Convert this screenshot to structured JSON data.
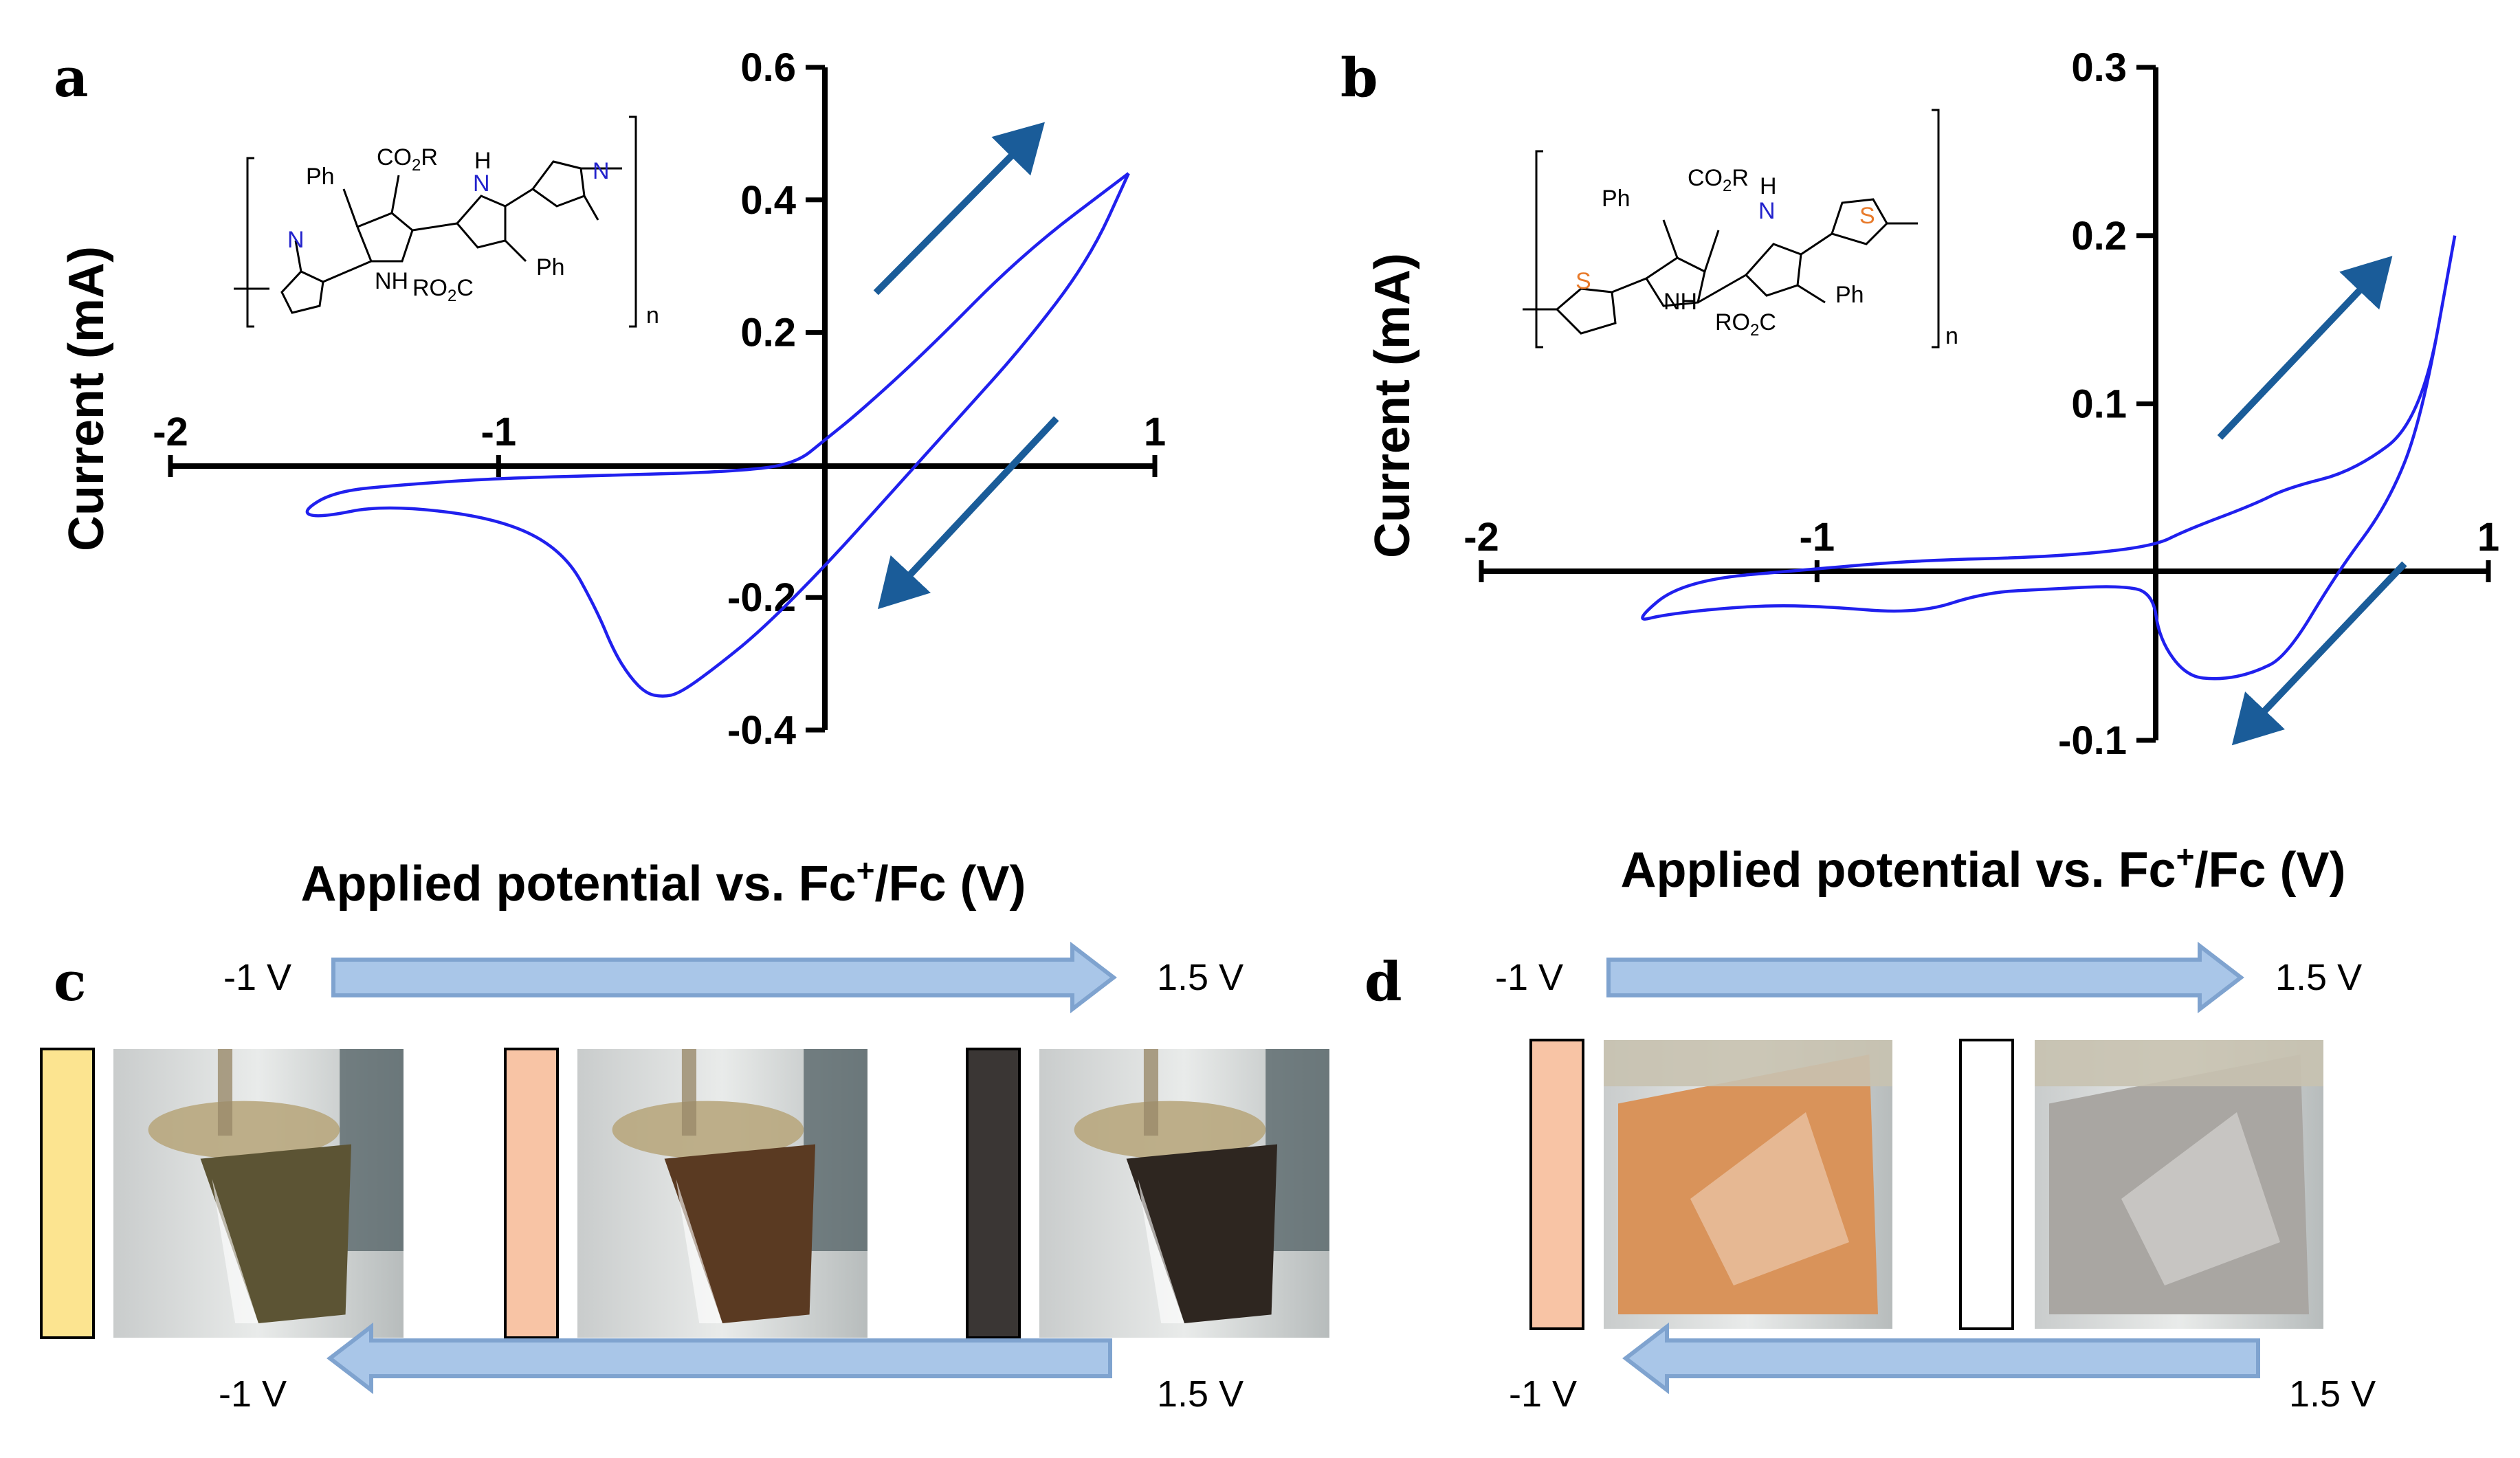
{
  "panels": {
    "a": "a",
    "b": "b",
    "c": "c",
    "d": "d"
  },
  "chart_data": [
    {
      "type": "line",
      "panel": "a",
      "xlim": [
        -2,
        1
      ],
      "ylim": [
        -0.4,
        0.6
      ],
      "xticks": [
        -2,
        -1,
        1
      ],
      "yticks": [
        0.6,
        0.4,
        0.2,
        -0.2,
        -0.4
      ],
      "xtick_labels": [
        "-2",
        "-1",
        "1"
      ],
      "ytick_labels": [
        "0.6",
        "0.4",
        "0.2",
        "-0.2",
        "-0.4"
      ],
      "ylabel": "Current (mA)",
      "xlabel": "Applied potential vs. Fc+/Fc (V)",
      "xlabel_parts": {
        "before": "Applied potential vs. Fc",
        "sup": "+",
        "after": "/Fc (V)"
      },
      "series": [
        {
          "color": "#2020ee",
          "x": [
            0.92,
            0.6,
            0.3,
            0.1,
            0.0,
            -0.1,
            -0.3,
            -0.6,
            -1.0,
            -1.3,
            -1.5,
            -1.6,
            -1.55,
            -1.35,
            -1.0,
            -0.8,
            -0.7,
            -0.65,
            -0.6,
            -0.55,
            -0.5,
            -0.45,
            -0.35,
            -0.2,
            0.0,
            0.2,
            0.4,
            0.6,
            0.8,
            0.92
          ],
          "y": [
            0.44,
            0.32,
            0.17,
            0.08,
            0.04,
            0.0,
            -0.01,
            -0.015,
            -0.02,
            -0.03,
            -0.04,
            -0.07,
            -0.08,
            -0.06,
            -0.08,
            -0.13,
            -0.22,
            -0.28,
            -0.32,
            -0.345,
            -0.35,
            -0.345,
            -0.31,
            -0.25,
            -0.15,
            -0.04,
            0.07,
            0.18,
            0.31,
            0.44
          ]
        }
      ],
      "arrows": [
        {
          "from": [
            0.15,
            0.26
          ],
          "to": [
            0.65,
            0.51
          ]
        },
        {
          "from": [
            0.7,
            0.07
          ],
          "to": [
            0.17,
            -0.21
          ]
        }
      ]
    },
    {
      "type": "line",
      "panel": "b",
      "xlim": [
        -2,
        1
      ],
      "ylim": [
        -0.1,
        0.3
      ],
      "xticks": [
        -2,
        -1,
        1
      ],
      "yticks": [
        0.3,
        0.2,
        0.1,
        -0.1
      ],
      "xtick_labels": [
        "-2",
        "-1",
        "1"
      ],
      "ytick_labels": [
        "0.3",
        "0.2",
        "0.1",
        "-0.1"
      ],
      "ylabel": "Current (mA)",
      "xlabel": "Applied potential vs. Fc+/Fc (V)",
      "xlabel_parts": {
        "before": "Applied potential vs. Fc",
        "sup": "+",
        "after": "/Fc (V)"
      },
      "series": [
        {
          "color": "#2020ee",
          "x": [
            0.9,
            0.8,
            0.6,
            0.4,
            0.3,
            0.1,
            0.0,
            -0.3,
            -0.7,
            -1.0,
            -1.4,
            -1.55,
            -1.45,
            -1.2,
            -1.0,
            -0.7,
            -0.5,
            -0.3,
            -0.1,
            0.0,
            0.02,
            0.1,
            0.2,
            0.3,
            0.4,
            0.55,
            0.7,
            0.8,
            0.9
          ],
          "y": [
            0.2,
            0.09,
            0.06,
            0.05,
            0.04,
            0.025,
            0.015,
            0.009,
            0.007,
            0.002,
            -0.005,
            -0.03,
            -0.025,
            -0.02,
            -0.02,
            -0.025,
            -0.012,
            -0.01,
            -0.008,
            -0.012,
            -0.04,
            -0.062,
            -0.064,
            -0.06,
            -0.05,
            0.0,
            0.04,
            0.09,
            0.2
          ]
        }
      ],
      "arrows": [
        {
          "from": [
            0.2,
            0.08
          ],
          "to": [
            0.7,
            0.185
          ]
        },
        {
          "from": [
            0.75,
            0.005
          ],
          "to": [
            0.25,
            -0.1
          ]
        }
      ]
    }
  ],
  "structures": {
    "a": {
      "labels": [
        "Ph",
        "CO2R",
        "H",
        "N",
        "N",
        "NH",
        "RO2C",
        "Ph",
        "N",
        "n"
      ],
      "ph1": "Ph",
      "co2r": {
        "main": "CO",
        "sub": "2",
        "tail": "R"
      },
      "h_top": "H",
      "n_top": "N",
      "n_left": "N",
      "nh": "NH",
      "ro2c": {
        "main": "RO",
        "sub": "2",
        "tail": "C"
      },
      "ph2": "Ph",
      "n_right": "N",
      "n": "n"
    },
    "b": {
      "ph1": "Ph",
      "co2r": {
        "main": "CO",
        "sub": "2",
        "tail": "R"
      },
      "h_top": "H",
      "n_top": "N",
      "s_right": "S",
      "s_left": "S",
      "nh": "NH",
      "ro2c": {
        "main": "RO",
        "sub": "2",
        "tail": "C"
      },
      "ph2": "Ph",
      "n": "n"
    }
  },
  "colors": {
    "curve": "#2020ee",
    "arrow": "#1a5c99",
    "block_arrow_fill": "#a9c6e8",
    "block_arrow_stroke": "#7fa3cf",
    "swatch_c1": "#fce490",
    "swatch_c2": "#f8c4a5",
    "swatch_c3": "#3a3634",
    "swatch_d1": "#f8c4a5",
    "swatch_d2": "#ffffff",
    "nitrogen": "#2222cc",
    "sulfur": "#e87a2a",
    "oxygen": "#dd1111"
  },
  "photos": {
    "c": [
      {
        "name": "film-yellow-state",
        "film": "#5c5434"
      },
      {
        "name": "film-orange-state",
        "film": "#5a3a22"
      },
      {
        "name": "film-dark-state",
        "film": "#2e2620"
      }
    ],
    "d": [
      {
        "name": "film-orange-state",
        "film": "#d9935a"
      },
      {
        "name": "film-bleached-state",
        "film": "#a9a6a2"
      }
    ]
  },
  "voltages": {
    "c_top_start": "-1 V",
    "c_top_end": "1.5 V",
    "c_bottom_start": "1.5 V",
    "c_bottom_end": "-1 V",
    "d_top_start": "-1 V",
    "d_top_end": "1.5 V",
    "d_bottom_start": "1.5 V",
    "d_bottom_end": "-1 V"
  }
}
